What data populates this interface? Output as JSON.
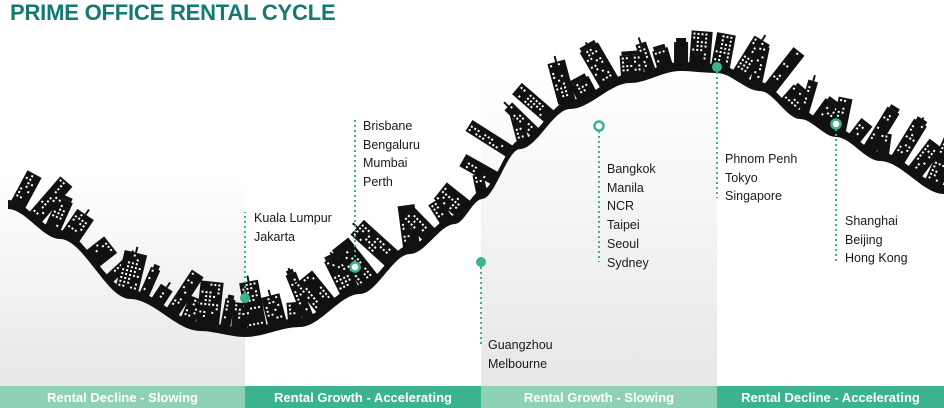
{
  "title": "PRIME OFFICE RENTAL CYCLE",
  "colors": {
    "accent": "#127a70",
    "marker": "#3bb38f",
    "bar_light": "#8fd1b5",
    "bar_dark": "#3bb38f",
    "skyline": "#111111"
  },
  "phases": [
    {
      "label": "Rental Decline - Slowing"
    },
    {
      "label": "Rental Growth - Accelerating"
    },
    {
      "label": "Rental Growth - Slowing"
    },
    {
      "label": "Rental Decline - Accelerating"
    }
  ],
  "groups": [
    {
      "marker": "filled",
      "cities": [
        "Kuala Lumpur",
        "Jakarta"
      ]
    },
    {
      "marker": "hollow",
      "cities": [
        "Brisbane",
        "Bengaluru",
        "Mumbai",
        "Perth"
      ]
    },
    {
      "marker": "filled",
      "cities": [
        "Guangzhou",
        "Melbourne"
      ]
    },
    {
      "marker": "hollow",
      "cities": [
        "Bangkok",
        "Manila",
        "NCR",
        "Taipei",
        "Seoul",
        "Sydney"
      ]
    },
    {
      "marker": "filled",
      "cities": [
        "Phnom Penh",
        "Tokyo",
        "Singapore"
      ]
    },
    {
      "marker": "hollow",
      "cities": [
        "Shanghai",
        "Beijing",
        "Hong Kong"
      ]
    }
  ]
}
